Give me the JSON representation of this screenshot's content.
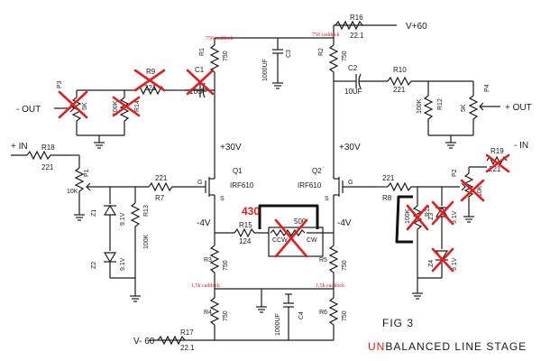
{
  "rails": {
    "pos60": "V+60",
    "neg60": "V- 60",
    "pos30_left": "+30V",
    "pos30_right": "+30V",
    "neg4_left": "-4V",
    "neg4_right": "-4V"
  },
  "ports": {
    "out_minus": "- OUT",
    "out_plus": "+ OUT",
    "in_plus": "+ IN",
    "in_minus": "- IN"
  },
  "components": {
    "r16": {
      "ref": "R16",
      "value": "22.1"
    },
    "r17": {
      "ref": "R17",
      "value": "22.1"
    },
    "r1": {
      "ref": "R1",
      "value": "750"
    },
    "r2": {
      "ref": "R2",
      "value": "750"
    },
    "r3": {
      "ref": "R3",
      "value": "750"
    },
    "r4": {
      "ref": "R4",
      "value": "750"
    },
    "r5": {
      "ref": "R5",
      "value": "750"
    },
    "r6": {
      "ref": "R6",
      "value": "750"
    },
    "r7": {
      "ref": "R7",
      "value": "221"
    },
    "r8": {
      "ref": "R8",
      "value": "221"
    },
    "r9": {
      "ref": "R9",
      "value": "221"
    },
    "r10": {
      "ref": "R10",
      "value": "221"
    },
    "r11": {
      "ref": "R11",
      "value": "100K"
    },
    "r12": {
      "ref": "R12",
      "value": "100K"
    },
    "r13": {
      "ref": "R13",
      "value": "100K"
    },
    "r14": {
      "ref": "R14",
      "value": "100K"
    },
    "r15": {
      "ref": "R15",
      "value": "124"
    },
    "r18": {
      "ref": "R18",
      "value": "221"
    },
    "r19": {
      "ref": "R19",
      "value": "221"
    },
    "c1": {
      "ref": "C1",
      "value": "10UF"
    },
    "c2": {
      "ref": "C2",
      "value": "10UF"
    },
    "c3": {
      "ref": "C3",
      "value": "1000UF"
    },
    "c4": {
      "ref": "C4",
      "value": "1000UF"
    },
    "q1": {
      "ref": "Q1",
      "value": "IRF610"
    },
    "q2": {
      "ref": "Q2",
      "value": "IRF610"
    },
    "p1": {
      "ref": "P1",
      "value": "10K"
    },
    "p2": {
      "ref": "P2",
      "value": "10K"
    },
    "p3": {
      "ref": "P3",
      "value": "5K"
    },
    "p4": {
      "ref": "P4",
      "value": "5K"
    },
    "p5": {
      "ref": "",
      "value": "500"
    },
    "z1": {
      "ref": "Z1",
      "value": "9.1V"
    },
    "z2": {
      "ref": "Z2",
      "value": "9.1V"
    },
    "z3": {
      "ref": "Z3",
      "value": "9.1V"
    },
    "z4": {
      "ref": "Z4",
      "value": "9.1V"
    }
  },
  "pins": {
    "g": "G",
    "s": "S",
    "ccw": "CCW",
    "cw": "CW"
  },
  "annotations": {
    "caddock_750_left": "750 caddock",
    "caddock_750_right": "750 caddock",
    "caddock_15k_left": "1,5k caddock",
    "caddock_15k_right": "1,5k caddock",
    "replacement_value": "430"
  },
  "figure": {
    "number": "FIG 3",
    "title_highlight": "UN",
    "title_rest": "BALANCED LINE STAGE"
  }
}
